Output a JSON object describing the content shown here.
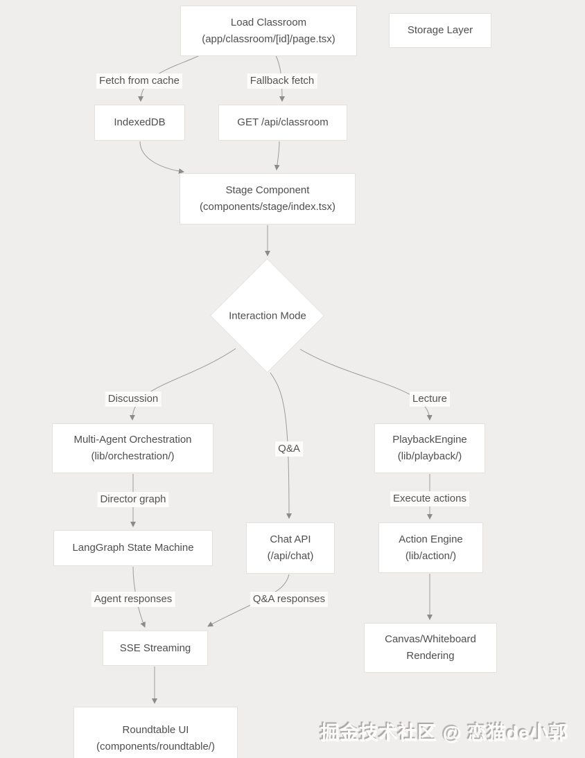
{
  "diagram": {
    "type": "flowchart",
    "background": "#f0eeec",
    "colors": {
      "node_fill": "#ffffff",
      "node_border": "#e4e2df",
      "edge_stroke": "#9b9b9b",
      "arrowhead": "#8b8b8b",
      "text": "#4e4e4e"
    },
    "nodes": [
      {
        "id": "load-classroom",
        "lines": [
          "Load Classroom",
          "(app/classroom/[id]/page.tsx)"
        ]
      },
      {
        "id": "storage-layer",
        "lines": [
          "Storage Layer"
        ]
      },
      {
        "id": "indexeddb",
        "lines": [
          "IndexedDB"
        ]
      },
      {
        "id": "get-api-classroom",
        "lines": [
          "GET /api/classroom"
        ]
      },
      {
        "id": "stage-component",
        "lines": [
          "Stage Component",
          "(components/stage/index.tsx)"
        ]
      },
      {
        "id": "multi-agent",
        "lines": [
          "Multi-Agent Orchestration",
          "(lib/orchestration/)"
        ]
      },
      {
        "id": "playback-engine",
        "lines": [
          "PlaybackEngine",
          "(lib/playback/)"
        ]
      },
      {
        "id": "langgraph",
        "lines": [
          "LangGraph State Machine"
        ]
      },
      {
        "id": "chat-api",
        "lines": [
          "Chat API",
          "(/api/chat)"
        ]
      },
      {
        "id": "action-engine",
        "lines": [
          "Action Engine",
          "(lib/action/)"
        ]
      },
      {
        "id": "sse-streaming",
        "lines": [
          "SSE Streaming"
        ]
      },
      {
        "id": "canvas-whiteboard",
        "lines": [
          "Canvas/Whiteboard",
          "Rendering"
        ]
      },
      {
        "id": "roundtable-ui",
        "lines": [
          "Roundtable UI",
          "(components/roundtable/)"
        ]
      }
    ],
    "decision": {
      "id": "interaction-mode",
      "label": "Interaction Mode"
    },
    "edge_labels": [
      {
        "id": "fetch-from-cache",
        "text": "Fetch from cache"
      },
      {
        "id": "fallback-fetch",
        "text": "Fallback fetch"
      },
      {
        "id": "discussion",
        "text": "Discussion"
      },
      {
        "id": "qa",
        "text": "Q&A"
      },
      {
        "id": "lecture",
        "text": "Lecture"
      },
      {
        "id": "director-graph",
        "text": "Director graph"
      },
      {
        "id": "execute-actions",
        "text": "Execute actions"
      },
      {
        "id": "agent-responses",
        "text": "Agent responses"
      },
      {
        "id": "qa-responses",
        "text": "Q&A responses"
      }
    ],
    "watermark": "掘金技术社区 @ 恋猫de小郭"
  }
}
